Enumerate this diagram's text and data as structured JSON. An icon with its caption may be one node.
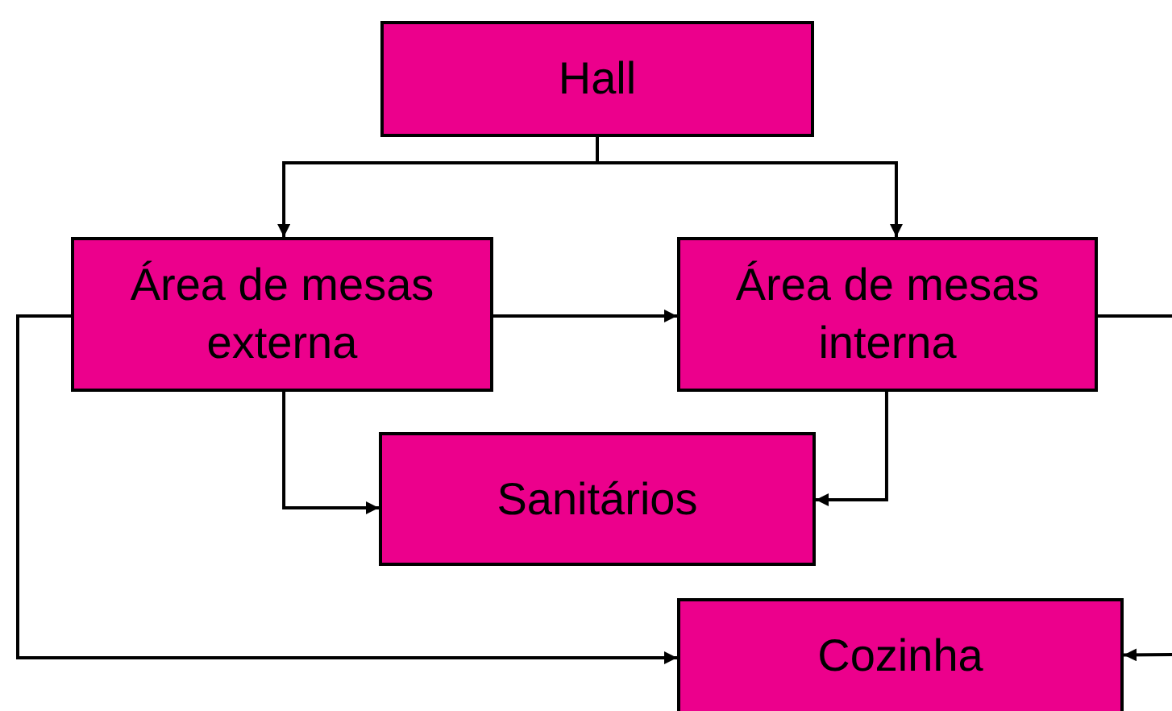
{
  "diagram": {
    "nodes": [
      {
        "text": [
          "Hall"
        ]
      },
      {
        "text": [
          "Área de mesas externa"
        ]
      },
      {
        "text": [
          "Área de mesas interna"
        ]
      },
      {
        "text": [
          "Sanitários"
        ]
      },
      {
        "text": [
          "Cozinha"
        ]
      }
    ],
    "edges": [
      {
        "from": 0,
        "to": 1,
        "arrow": "to"
      },
      {
        "from": 0,
        "to": 2,
        "arrow": "to"
      },
      {
        "from": 1,
        "to": 2,
        "arrow": "to"
      },
      {
        "from": 1,
        "to": 3,
        "arrow": "to"
      },
      {
        "from": 2,
        "to": 3,
        "arrow": "to"
      },
      {
        "from": 1,
        "to": 4,
        "arrow": "to"
      },
      {
        "from": 2,
        "to": null,
        "arrow": "none"
      },
      {
        "from": null,
        "to": 4,
        "arrow": "to"
      }
    ]
  }
}
